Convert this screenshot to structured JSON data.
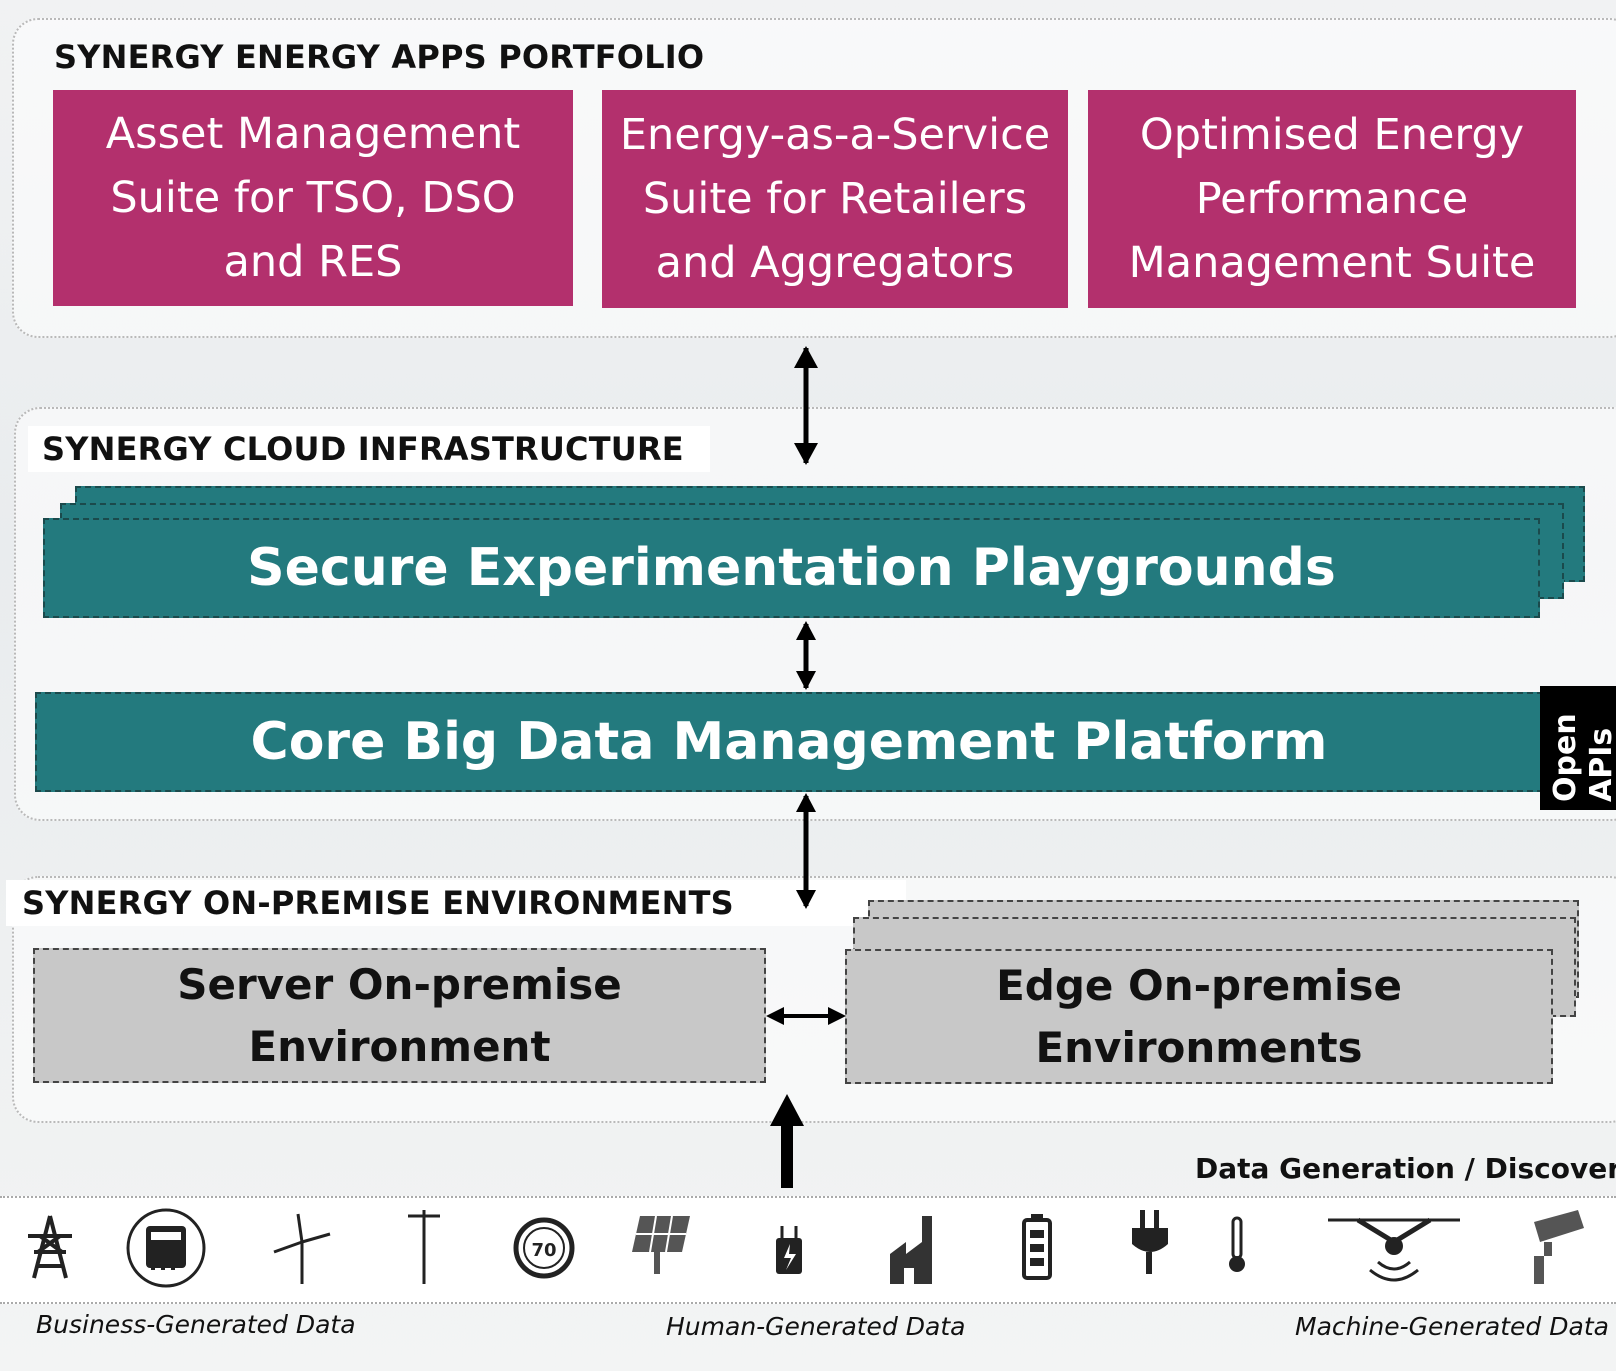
{
  "portfolio": {
    "title": "SYNERGY ENERGY APPS PORTFOLIO",
    "apps": [
      {
        "label": "Asset Management\nSuite for TSO, DSO\nand RES"
      },
      {
        "label": "Energy-as-a-Service\nSuite for Retailers\nand  Aggregators"
      },
      {
        "label": "Optimised Energy\nPerformance\nManagement Suite"
      }
    ]
  },
  "cloud": {
    "title": "SYNERGY CLOUD INFRASTRUCTURE",
    "playgrounds": "Secure Experimentation Playgrounds",
    "core_platform": "Core Big Data Management Platform",
    "open_apis": "Open\nAPIs"
  },
  "onpremise": {
    "title": "SYNERGY ON-PREMISE ENVIRONMENTS",
    "server": "Server On-premise\nEnvironment",
    "edge": "Edge On-premise\nEnvironments"
  },
  "data_generation": {
    "title": "Data Generation / Discovery",
    "labels": [
      "Business-Generated Data",
      "Human-Generated Data",
      "Machine-Generated Data"
    ],
    "icons": [
      "transmission-tower-icon",
      "smart-meter-icon",
      "wind-turbine-icon",
      "power-pole-icon",
      "speedometer-icon",
      "solar-panel-icon",
      "ev-charger-icon",
      "factory-icon",
      "battery-icon",
      "plug-icon",
      "thermometer-icon",
      "drone-icon",
      "security-camera-icon"
    ]
  },
  "colors": {
    "app_magenta": "#b3306d",
    "platform_teal": "#237a7e",
    "onpremise_grey": "#c8c8c8"
  }
}
